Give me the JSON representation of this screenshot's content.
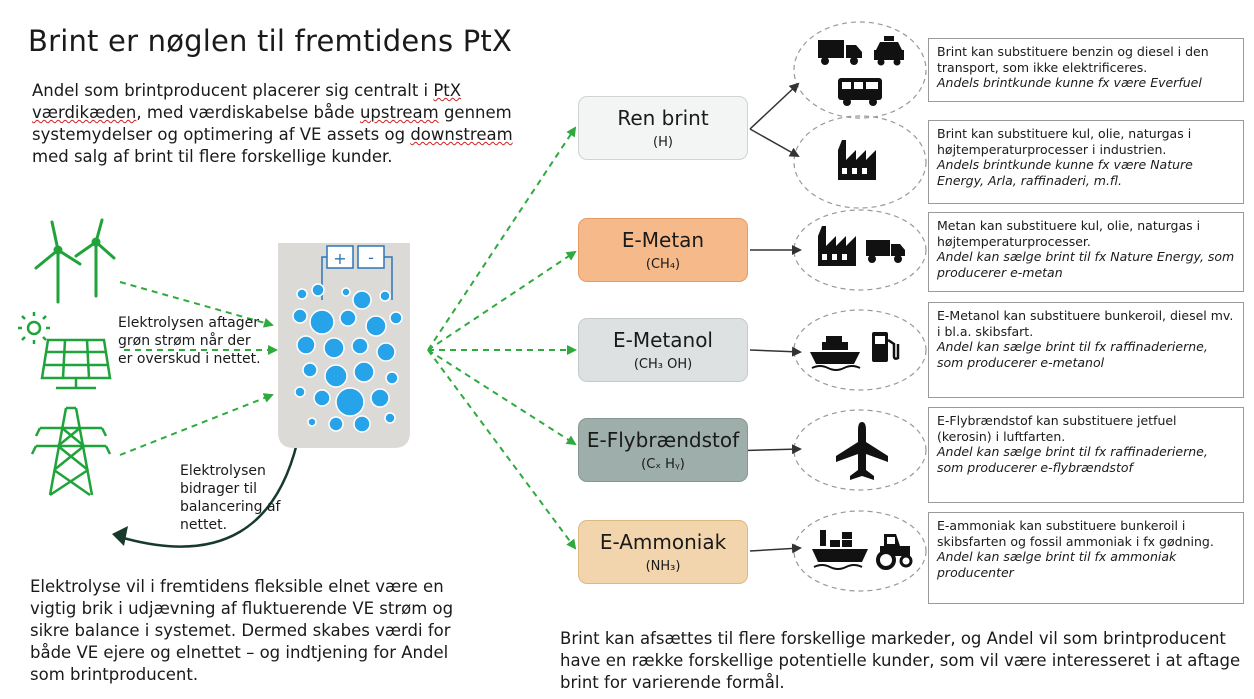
{
  "title": "Brint er nøglen til fremtidens PtX",
  "intro": {
    "p1": "Andel som brintproducent placerer sig centralt i ",
    "ptx": "PtX",
    "p2": "",
    "vaerdi": "værdikæden",
    "p3": ", med værdiskabelse både ",
    "upstream": "upstream",
    "p4": " gennem systemydelser og optimering af VE assets og ",
    "downstream": "downstream",
    "p5": " med salg af brint til flere forskellige kunder."
  },
  "labels": {
    "green_power": "Elektrolysen aftager grøn strøm når der er overskud i nettet.",
    "balancing": "Elektrolysen bidrager til balancering af nettet."
  },
  "electrolyzer": {
    "plus": "+",
    "minus": "-"
  },
  "bottom_left": "Elektrolyse vil i fremtidens fleksible elnet være en vigtig brik i udjævning af fluktuerende VE strøm og sikre balance i systemet. Dermed skabes værdi for både VE ejere og elnettet – og indtjening for Andel som brintproducent.",
  "bottom_right": "Brint kan afsættes til flere forskellige markeder, og Andel vil som brintproducent have en række forskellige potentielle kunder, som vil være interesseret i at aftage brint for varierende formål.",
  "products": [
    {
      "name": "Ren brint",
      "formula": "(H)",
      "color": "#f3f4f4"
    },
    {
      "name": "E-Metan",
      "formula": "(CH₄)",
      "color": "#f6b98a"
    },
    {
      "name": "E-Metanol",
      "formula": "(CH₃ OH)",
      "color": "#dde1e1"
    },
    {
      "name": "E-Flybrændstof",
      "formula": "(Cₓ Hᵧ)",
      "color": "#9eaeaa"
    },
    {
      "name": "E-Ammoniak",
      "formula": "(NH₃)",
      "color": "#f2d5ad"
    }
  ],
  "descriptions": [
    {
      "text": "Brint kan substituere benzin og diesel i den transport, som ikke elektrificeres.",
      "andel": "Andels brintkunde kunne fx være Everfuel"
    },
    {
      "text": "Brint kan substituere kul, olie, naturgas i højtemperaturprocesser i industrien.",
      "andel": "Andels brintkunde kunne fx være Nature Energy, Arla, raffinaderi, m.fl."
    },
    {
      "text": "Metan kan substituere kul, olie, naturgas i højtemperaturprocesser.",
      "andel": "Andel kan sælge brint til fx Nature Energy, som producerer e-metan"
    },
    {
      "text": "E-Metanol kan substituere bunkeroil, diesel mv. i bl.a. skibsfart.",
      "andel": "Andel kan sælge brint til fx raffinaderierne, som producerer e-metanol"
    },
    {
      "text": "E-Flybrændstof kan substituere jetfuel (kerosin) i luftfarten.",
      "andel": "Andel kan sælge brint til fx raffinaderierne, som producerer e-flybrændstof"
    },
    {
      "text": "E-ammoniak kan substituere bunkeroil i skibsfarten og fossil ammoniak i fx gødning.",
      "andel": "Andel kan sælge brint til fx ammoniak producenter"
    }
  ],
  "icons": [
    "truck-icon",
    "taxi-icon",
    "bus-icon",
    "factory-icon",
    "ship-icon",
    "fuel-pump-icon",
    "airplane-icon",
    "cargo-ship-icon",
    "tractor-icon",
    "wind-turbine-icon",
    "solar-panel-icon",
    "pylon-icon"
  ],
  "colors": {
    "arrow_green": "#2eaa3e",
    "icon_green": "#1fa33a",
    "bubble_blue": "#27a3ea",
    "dark_arrow": "#173a2c"
  }
}
